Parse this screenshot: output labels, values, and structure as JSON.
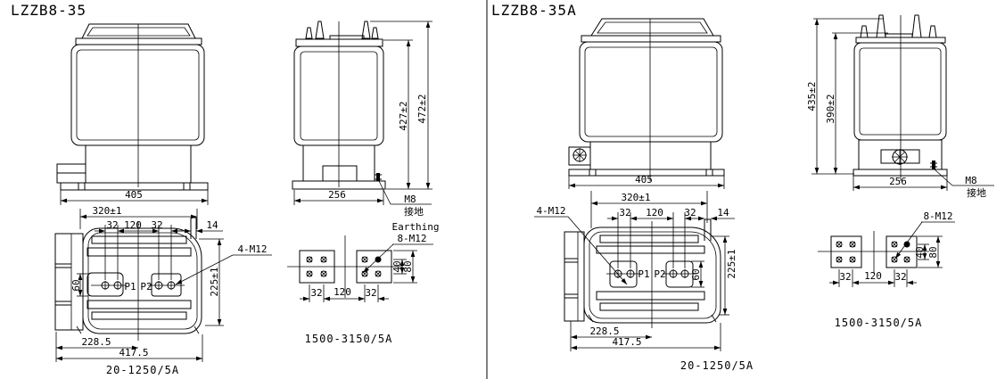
{
  "left": {
    "title": "LZZB8-35",
    "front": {
      "base_width": "405"
    },
    "side": {
      "body_height": "427±2",
      "total_height": "472±2",
      "depth": "256",
      "earth_thread": "M8",
      "earth_cn": "接地",
      "earth_en": "Earthing"
    },
    "bottom": {
      "mount_span": "320±1",
      "hole_span_a": "32",
      "hole_span_b": "120",
      "hole_span_c": "32",
      "tab_width": "14",
      "primary_holes": "4-M12",
      "body_height": "225±1",
      "block_height": "60",
      "terminal_p1": "P1",
      "terminal_p2": "P2",
      "center_offset": "228.5",
      "overall_length": "417.5",
      "rating": "20-1250/5A"
    },
    "pads": {
      "holes": "8-M12",
      "span_a": "32",
      "span_b": "120",
      "span_c": "32",
      "hole_pitch": "40",
      "pad_height": "80",
      "rating": "1500-3150/5A"
    }
  },
  "right": {
    "title": "LZZB8-35A",
    "front": {
      "base_width": "405"
    },
    "side": {
      "total_height": "435±2",
      "body_height": "390±2",
      "depth": "256",
      "earth_thread": "M8",
      "earth_cn": "接地"
    },
    "bottom": {
      "mount_span": "320±1",
      "hole_span_a": "32",
      "hole_span_b": "120",
      "hole_span_c": "32",
      "tab_width": "14",
      "primary_holes": "4-M12",
      "body_height": "225±1",
      "block_height": "60",
      "terminal_p1": "P1",
      "terminal_p2": "P2",
      "center_offset": "228.5",
      "overall_length": "417.5",
      "rating": "20-1250/5A"
    },
    "pads": {
      "holes": "8-M12",
      "span_a": "32",
      "span_b": "120",
      "span_c": "32",
      "hole_pitch": "40",
      "pad_height": "80",
      "rating": "1500-3150/5A"
    }
  }
}
